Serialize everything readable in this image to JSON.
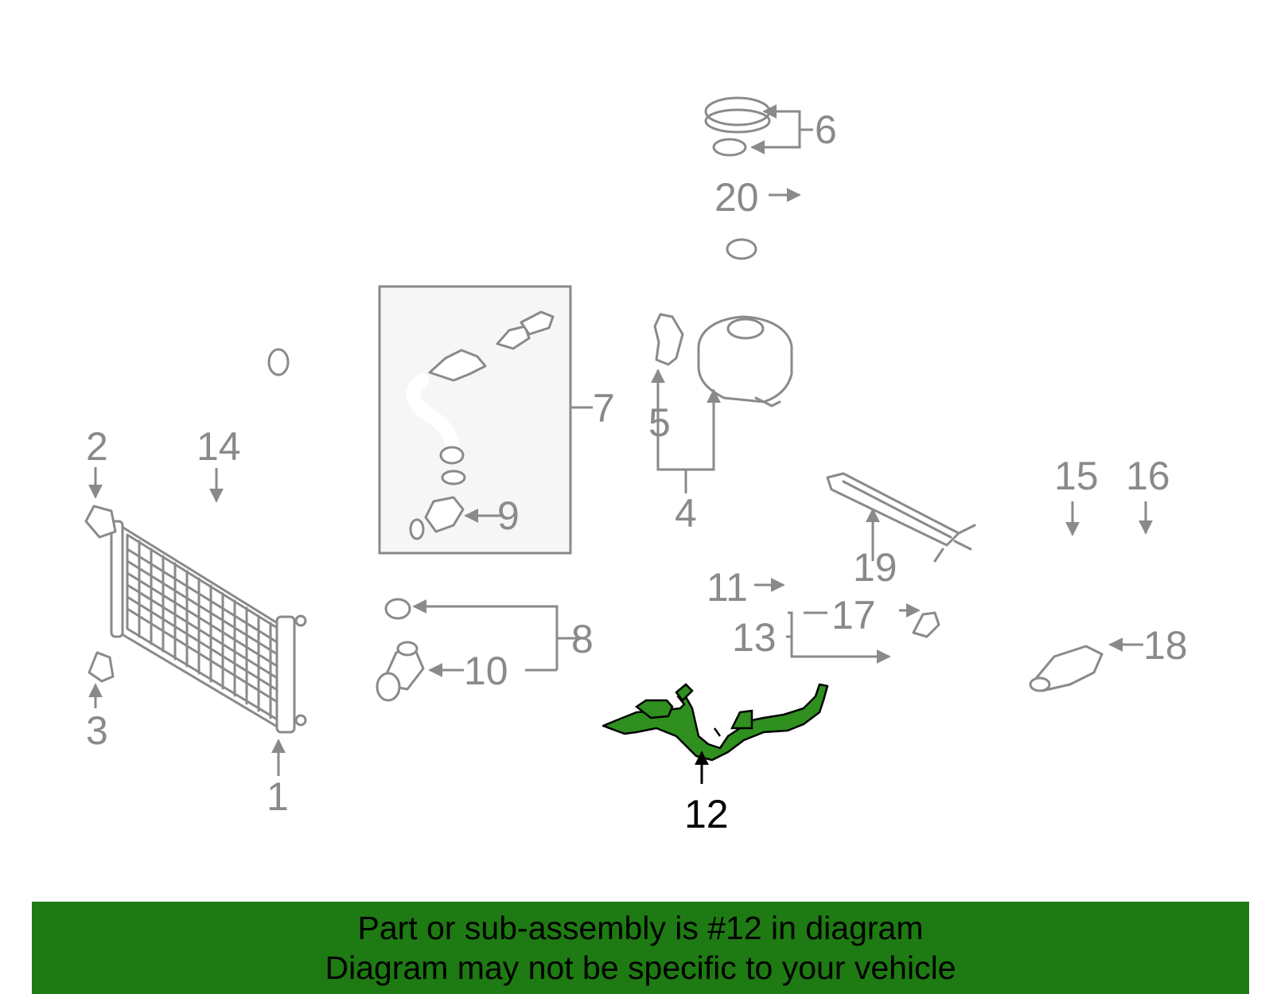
{
  "colors": {
    "part_stroke": "#8a8a8a",
    "highlight_fill": "#2f8f1f",
    "highlight_stroke": "#000000",
    "banner_bg": "#1e7a12",
    "banner_text": "#000000"
  },
  "callouts": {
    "c1": "1",
    "c2": "2",
    "c3": "3",
    "c4": "4",
    "c5": "5",
    "c6": "6",
    "c7": "7",
    "c8": "8",
    "c9": "9",
    "c10": "10",
    "c11": "11",
    "c12": "12",
    "c13": "13",
    "c14": "14",
    "c15": "15",
    "c16": "16",
    "c17": "17",
    "c18": "18",
    "c19": "19",
    "c20": "20"
  },
  "highlighted_part": "12",
  "banner": {
    "line1": "Part or sub-assembly is #12 in diagram",
    "line2": "Diagram may not be specific to your vehicle"
  }
}
